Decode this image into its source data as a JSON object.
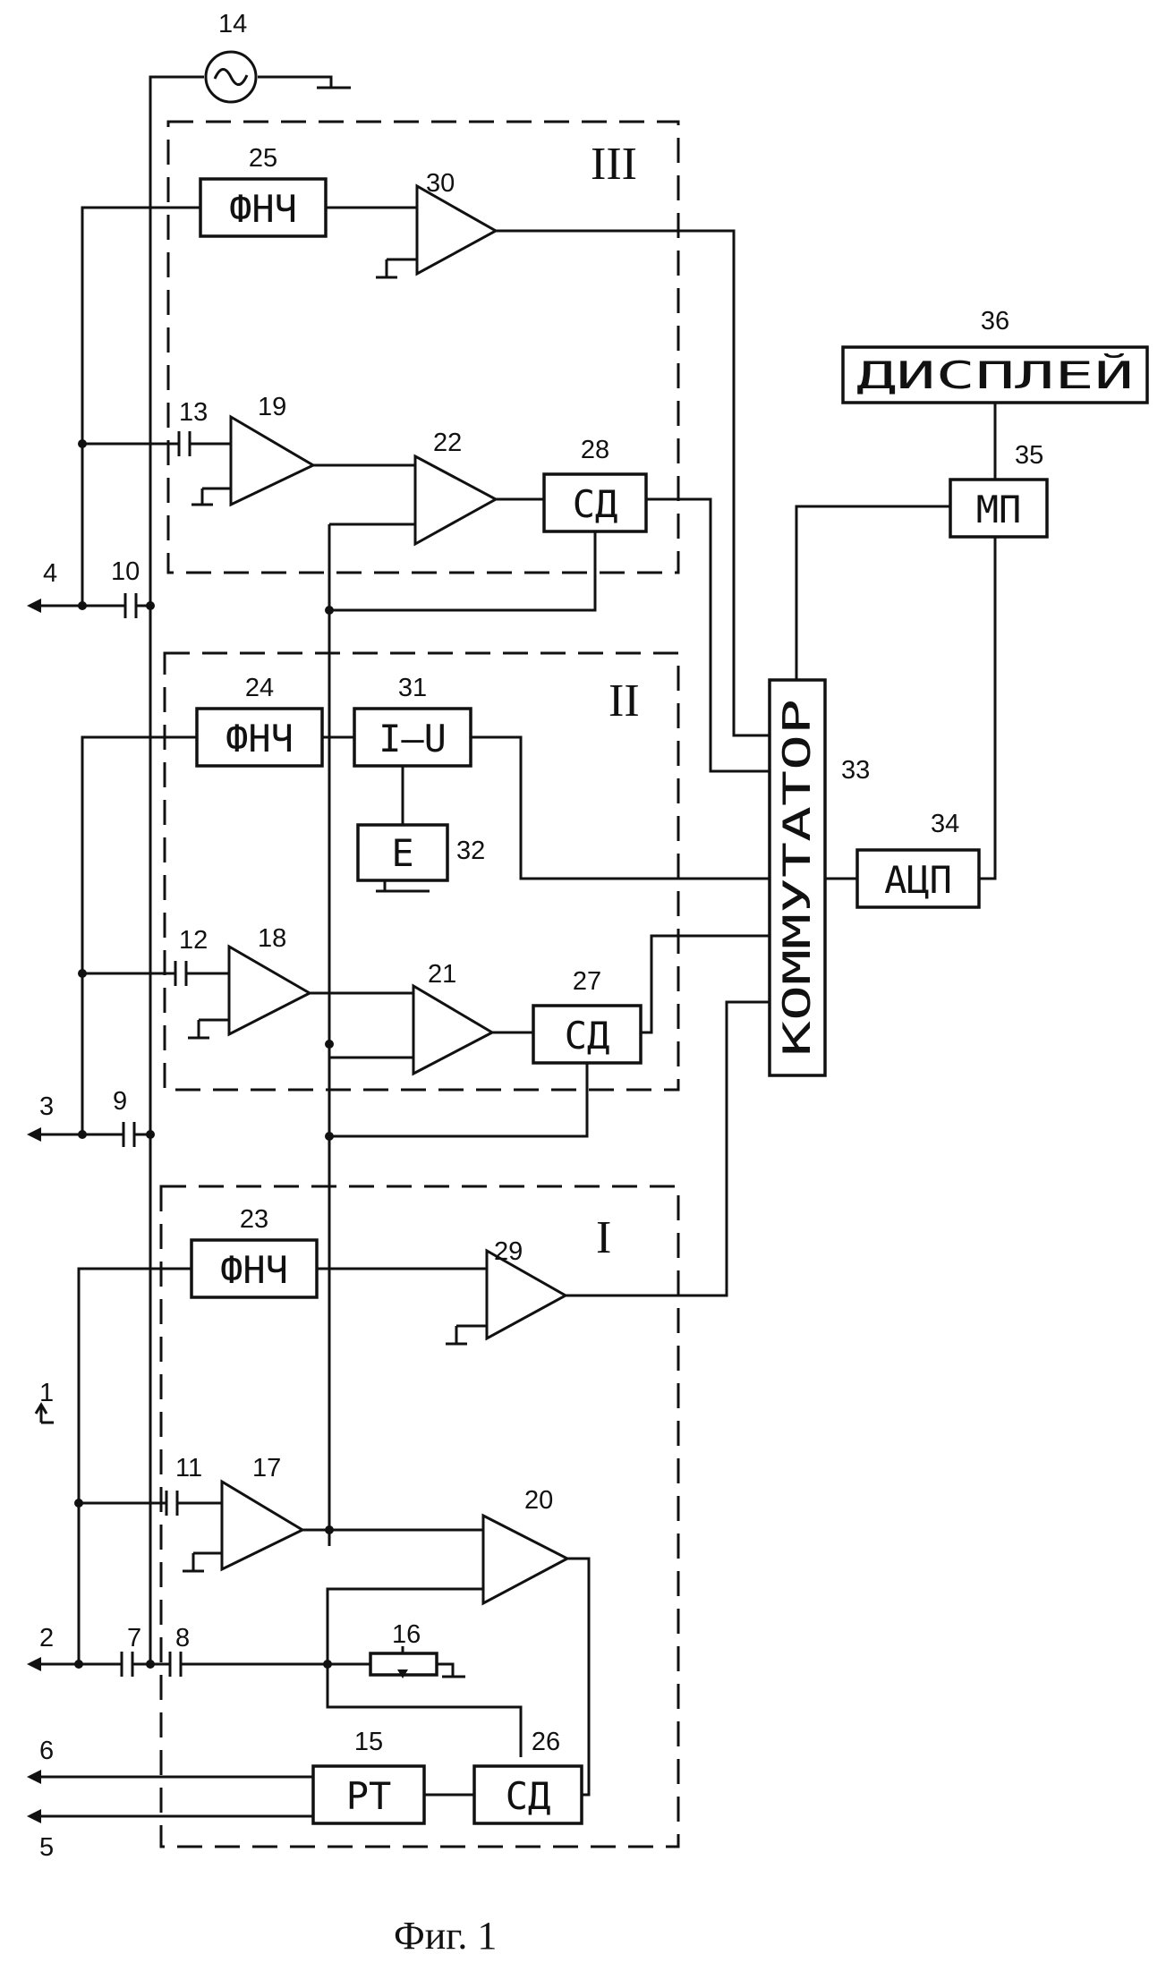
{
  "caption": "Фиг. 1",
  "regions": {
    "I": "I",
    "II": "II",
    "III": "III"
  },
  "blocks": {
    "lpf": "ФНЧ",
    "cd": "СД",
    "iu": "I–U",
    "e": "E",
    "display": "ДИСПЛЕЙ",
    "mp": "МП",
    "adc": "АЦП",
    "rt": "РТ",
    "commutator": "КОММУТАТОР"
  },
  "terminals": {
    "t1": "1",
    "t2": "2",
    "t3": "3",
    "t4": "4",
    "t5": "5",
    "t6": "6"
  },
  "refs": {
    "r7": "7",
    "r8": "8",
    "r9": "9",
    "r10": "10",
    "r11": "11",
    "r12": "12",
    "r13": "13",
    "r14": "14",
    "r15": "15",
    "r16": "16",
    "r17": "17",
    "r18": "18",
    "r19": "19",
    "r20": "20",
    "r21": "21",
    "r22": "22",
    "r23": "23",
    "r24": "24",
    "r25": "25",
    "r26": "26",
    "r27": "27",
    "r28": "28",
    "r29": "29",
    "r30": "30",
    "r31": "31",
    "r32": "32",
    "r33": "33",
    "r34": "34",
    "r35": "35",
    "r36": "36"
  }
}
